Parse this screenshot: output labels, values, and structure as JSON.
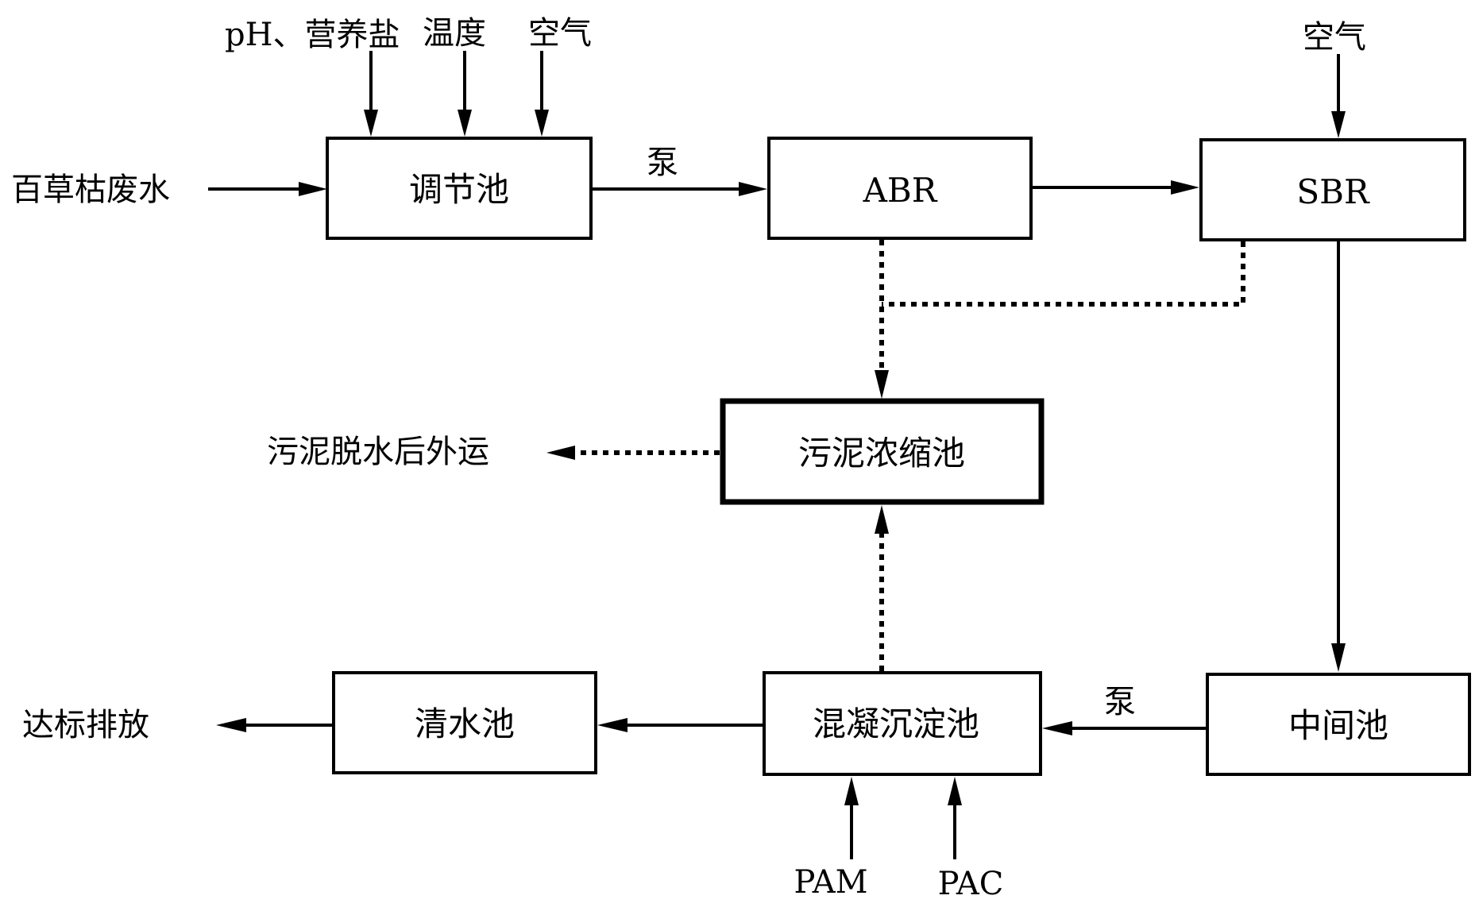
{
  "nodes": {
    "tiaojie": "调节池",
    "abr": "ABR",
    "sbr": "SBR",
    "sludge_thickener": "污泥浓缩池",
    "coag": "混凝沉淀池",
    "clear": "清水池",
    "middle": "中间池"
  },
  "labels": {
    "influent": "百草枯废水",
    "ph_nutrients": "pH、营养盐",
    "temperature": "温度",
    "air_left": "空气",
    "air_right": "空气",
    "pump_top": "泵",
    "pump_bottom": "泵",
    "sludge_out": "污泥脱水后外运",
    "discharge": "达标排放",
    "pam": "PAM",
    "pac": "PAC"
  }
}
